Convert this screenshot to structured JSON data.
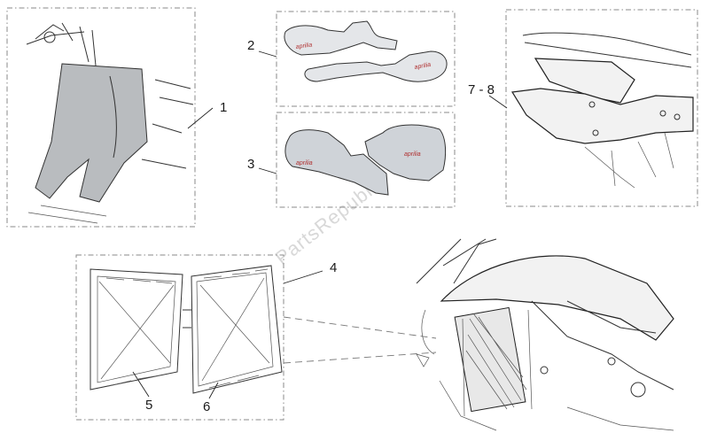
{
  "diagram": {
    "callouts": [
      "1",
      "2",
      "3",
      "4",
      "5",
      "6",
      "7 - 8"
    ],
    "guard_brand": "aprilia",
    "watermark": "PartsRepublik"
  }
}
